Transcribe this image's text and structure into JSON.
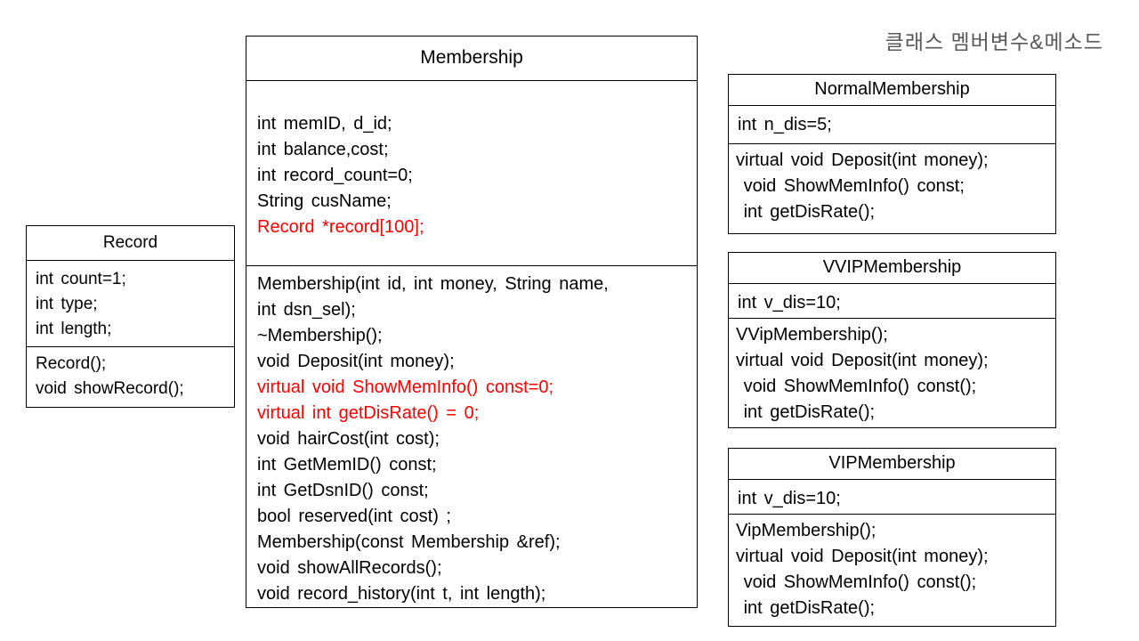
{
  "page": {
    "heading": "클래스 멤버변수&메소드"
  },
  "colors": {
    "highlight_red": "#ff0000",
    "heading_gray": "#595959",
    "border_black": "#000000"
  },
  "classes": {
    "record": {
      "title": "Record",
      "attributes": [
        {
          "text": "int count=1;"
        },
        {
          "text": "int type;"
        },
        {
          "text": "int length;"
        }
      ],
      "methods": [
        {
          "text": "Record();"
        },
        {
          "text": "void showRecord();"
        }
      ]
    },
    "membership": {
      "title": "Membership",
      "attributes": [
        {
          "text": "int memID, d_id;"
        },
        {
          "text": "int balance,cost;"
        },
        {
          "text": "int record_count=0;"
        },
        {
          "text": "String cusName;"
        },
        {
          "text": "Record *record[100];",
          "cls": "red"
        }
      ],
      "methods": [
        {
          "text": "Membership(int id, int money, String name,"
        },
        {
          "text": "int dsn_sel);"
        },
        {
          "text": "~Membership();"
        },
        {
          "text": "void Deposit(int money);"
        },
        {
          "text": "virtual void ShowMemInfo() const=0;",
          "cls": "red"
        },
        {
          "text": "virtual int getDisRate() = 0;",
          "cls": "red"
        },
        {
          "text": "void hairCost(int cost);"
        },
        {
          "text": "int GetMemID() const;"
        },
        {
          "text": "int GetDsnID() const;"
        },
        {
          "text": "bool reserved(int cost) ;"
        },
        {
          "text": "Membership(const Membership &ref);"
        },
        {
          "text": "void showAllRecords();"
        },
        {
          "text": "void record_history(int t, int length);"
        }
      ]
    },
    "normal": {
      "title": "NormalMembership",
      "attributes": [
        {
          "text": "int n_dis=5;"
        }
      ],
      "methods": [
        {
          "text": "virtual void Deposit(int money);"
        },
        {
          "text": " void ShowMemInfo() const;"
        },
        {
          "text": " int getDisRate();"
        }
      ]
    },
    "vvip": {
      "title": "VVIPMembership",
      "attributes": [
        {
          "text": "int v_dis=10;"
        }
      ],
      "methods": [
        {
          "text": "VVipMembership();"
        },
        {
          "text": "virtual void Deposit(int money);"
        },
        {
          "text": " void ShowMemInfo() const();"
        },
        {
          "text": " int getDisRate();"
        }
      ]
    },
    "vip": {
      "title": "VIPMembership",
      "attributes": [
        {
          "text": "int v_dis=10;"
        }
      ],
      "methods": [
        {
          "text": "VipMembership();"
        },
        {
          "text": "virtual void Deposit(int money);"
        },
        {
          "text": " void ShowMemInfo() const();"
        },
        {
          "text": " int getDisRate();"
        }
      ]
    }
  }
}
